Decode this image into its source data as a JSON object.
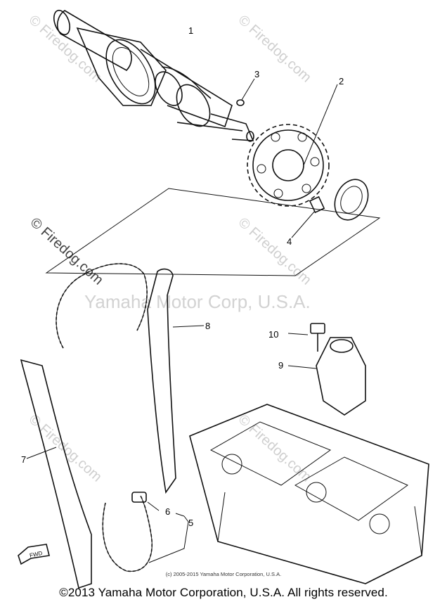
{
  "watermark": {
    "brand": "© Firedog.com",
    "corp": "Yamaha Motor Corp, U.S.A."
  },
  "callouts": {
    "p1": "1",
    "p2": "2",
    "p3": "3",
    "p4": "4",
    "p5": "5",
    "p6": "6",
    "p7": "7",
    "p8": "8",
    "p9": "9",
    "p10": "10"
  },
  "fwd_label": "FWD",
  "credit": "(c) 2005-2015 Yamaha Motor Corporation, U.S.A.",
  "footer": "©2013 Yamaha Motor Corporation, U.S.A. All rights reserved."
}
